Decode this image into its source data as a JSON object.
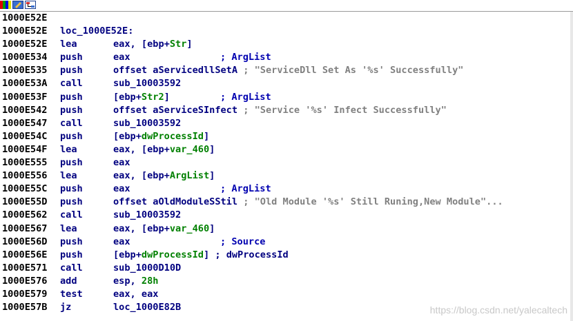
{
  "toolbar": {
    "icons": [
      "color-palette-icon",
      "edit-icon",
      "graph-icon"
    ]
  },
  "listing": {
    "lines": [
      {
        "addr": "1000E52E",
        "mn": "",
        "ops": []
      },
      {
        "addr": "1000E52E",
        "mn": "loc_1000E52E:",
        "ops": []
      },
      {
        "addr": "1000E52E",
        "mn": "lea",
        "ops": [
          {
            "t": "eax, [ebp+",
            "c": "plain"
          },
          {
            "t": "Str",
            "c": "var"
          },
          {
            "t": "]",
            "c": "plain"
          }
        ]
      },
      {
        "addr": "1000E534",
        "mn": "push",
        "ops": [
          {
            "t": "eax",
            "c": "plain"
          }
        ],
        "cmt": "; ArgList",
        "cmtx": 316
      },
      {
        "addr": "1000E535",
        "mn": "push",
        "ops": [
          {
            "t": "offset aServicedllSetA ",
            "c": "plain"
          },
          {
            "t": "; \"ServiceDll Set As '%s' Successfully\"",
            "c": "str"
          }
        ]
      },
      {
        "addr": "1000E53A",
        "mn": "call",
        "ops": [
          {
            "t": "sub_10003592",
            "c": "plain"
          }
        ]
      },
      {
        "addr": "1000E53F",
        "mn": "push",
        "ops": [
          {
            "t": "[ebp+",
            "c": "plain"
          },
          {
            "t": "Str2",
            "c": "var"
          },
          {
            "t": "]",
            "c": "plain"
          }
        ],
        "cmt": "; ArgList",
        "cmtx": 316
      },
      {
        "addr": "1000E542",
        "mn": "push",
        "ops": [
          {
            "t": "offset aServiceSInfect ",
            "c": "plain"
          },
          {
            "t": "; \"Service '%s' Infect Successfully\"",
            "c": "str"
          }
        ]
      },
      {
        "addr": "1000E547",
        "mn": "call",
        "ops": [
          {
            "t": "sub_10003592",
            "c": "plain"
          }
        ]
      },
      {
        "addr": "1000E54C",
        "mn": "push",
        "ops": [
          {
            "t": "[ebp+",
            "c": "plain"
          },
          {
            "t": "dwProcessId",
            "c": "var"
          },
          {
            "t": "]",
            "c": "plain"
          }
        ]
      },
      {
        "addr": "1000E54F",
        "mn": "lea",
        "ops": [
          {
            "t": "eax, [ebp+",
            "c": "plain"
          },
          {
            "t": "var_460",
            "c": "var"
          },
          {
            "t": "]",
            "c": "plain"
          }
        ]
      },
      {
        "addr": "1000E555",
        "mn": "push",
        "ops": [
          {
            "t": "eax",
            "c": "plain"
          }
        ]
      },
      {
        "addr": "1000E556",
        "mn": "lea",
        "ops": [
          {
            "t": "eax, [ebp+",
            "c": "plain"
          },
          {
            "t": "ArgList",
            "c": "var"
          },
          {
            "t": "]",
            "c": "plain"
          }
        ]
      },
      {
        "addr": "1000E55C",
        "mn": "push",
        "ops": [
          {
            "t": "eax",
            "c": "plain"
          }
        ],
        "cmt": "; ArgList",
        "cmtx": 316
      },
      {
        "addr": "1000E55D",
        "mn": "push",
        "ops": [
          {
            "t": "offset aOldModuleSStil ",
            "c": "plain"
          },
          {
            "t": "; \"Old Module '%s' Still Runing,New Module\"...",
            "c": "str"
          }
        ]
      },
      {
        "addr": "1000E562",
        "mn": "call",
        "ops": [
          {
            "t": "sub_10003592",
            "c": "plain"
          }
        ]
      },
      {
        "addr": "1000E567",
        "mn": "lea",
        "ops": [
          {
            "t": "eax, [ebp+",
            "c": "plain"
          },
          {
            "t": "var_460",
            "c": "var"
          },
          {
            "t": "]",
            "c": "plain"
          }
        ]
      },
      {
        "addr": "1000E56D",
        "mn": "push",
        "ops": [
          {
            "t": "eax",
            "c": "plain"
          }
        ],
        "cmt": "; Source",
        "cmtx": 316
      },
      {
        "addr": "1000E56E",
        "mn": "push",
        "ops": [
          {
            "t": "[ebp+",
            "c": "plain"
          },
          {
            "t": "dwProcessId",
            "c": "var"
          },
          {
            "t": "]",
            "c": "plain"
          },
          {
            "t": " ; dwProcessId",
            "c": "plain"
          }
        ]
      },
      {
        "addr": "1000E571",
        "mn": "call",
        "ops": [
          {
            "t": "sub_1000D10D",
            "c": "plain"
          }
        ]
      },
      {
        "addr": "1000E576",
        "mn": "add",
        "ops": [
          {
            "t": "esp, ",
            "c": "plain"
          },
          {
            "t": "28h",
            "c": "var"
          }
        ]
      },
      {
        "addr": "1000E579",
        "mn": "test",
        "ops": [
          {
            "t": "eax, eax",
            "c": "plain"
          }
        ]
      },
      {
        "addr": "1000E57B",
        "mn": "jz",
        "ops": [
          {
            "t": "loc_1000E82B",
            "c": "plain"
          }
        ]
      }
    ]
  },
  "watermark": "https://blog.csdn.net/yalecaltech"
}
